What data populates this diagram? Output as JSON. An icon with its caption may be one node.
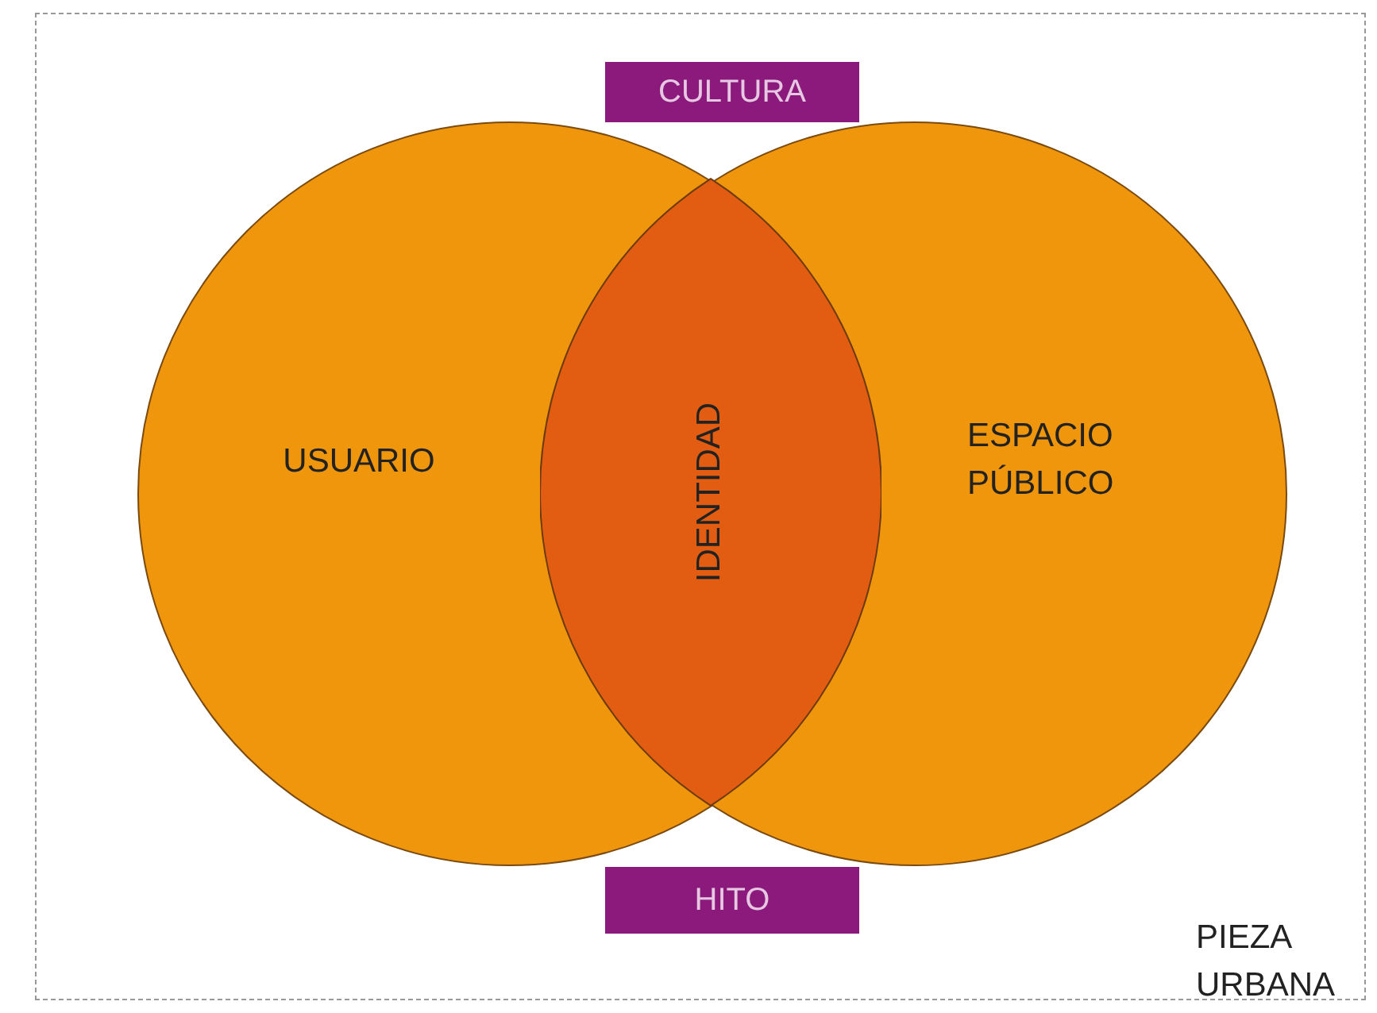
{
  "diagram": {
    "nodes": [
      {
        "text": [
          "PIEZA URBANA"
        ]
      },
      {
        "text": [
          "USUARIO"
        ],
        "in": 0
      },
      {
        "text": [
          "ESPACIO PÚBLICO"
        ],
        "in": 0
      },
      {
        "text": [
          "IDENTIDAD"
        ]
      },
      {
        "text": [
          "CULTURA"
        ],
        "in": 0
      },
      {
        "text": [
          "HITO"
        ],
        "in": 0
      }
    ]
  }
}
